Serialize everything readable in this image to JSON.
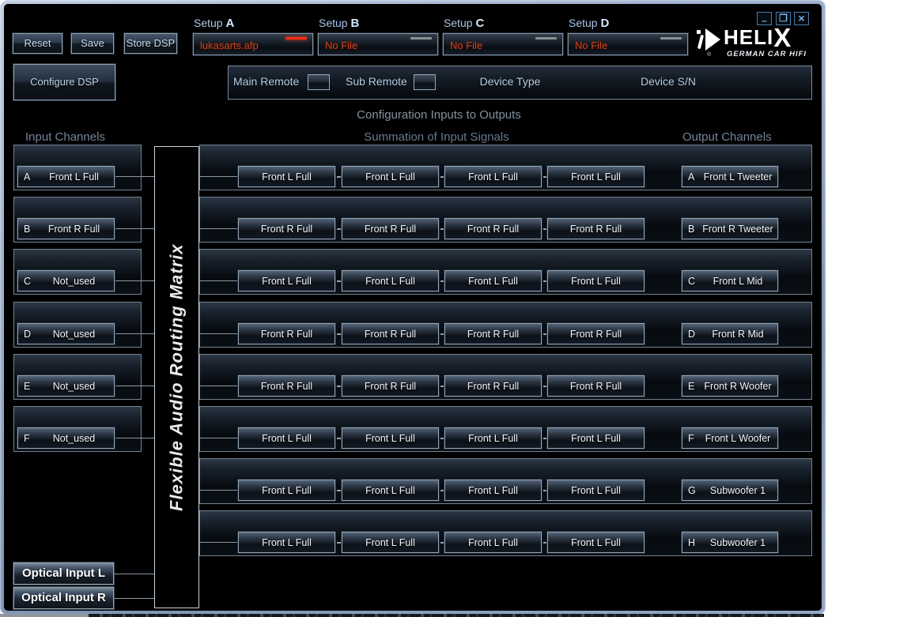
{
  "window": {
    "controls": {
      "minimize": "–",
      "maximize": "❐",
      "close": "×"
    }
  },
  "toolbar": {
    "reset": "Reset",
    "save": "Save",
    "store_dsp": "Store DSP",
    "configure_dsp": "Configure DSP"
  },
  "setups": [
    {
      "label": "Setup",
      "letter": "A",
      "file": "lukasarts.afp",
      "indicator_color": "#ff2f10"
    },
    {
      "label": "Setup",
      "letter": "B",
      "file": "No File",
      "indicator_color": "#8a9096"
    },
    {
      "label": "Setup",
      "letter": "C",
      "file": "No File",
      "indicator_color": "#8a9096"
    },
    {
      "label": "Setup",
      "letter": "D",
      "file": "No File",
      "indicator_color": "#8a9096"
    }
  ],
  "remote_bar": {
    "main_remote": "Main Remote",
    "sub_remote": "Sub Remote",
    "device_type": "Device Type",
    "device_sn": "Device S/N"
  },
  "logo": {
    "brand_prefix": "HELI",
    "brand_x": "X",
    "tagline": "GERMAN CAR HIFI",
    "registered": "®"
  },
  "headings": {
    "title": "Configuration Inputs to Outputs",
    "inputs": "Input Channels",
    "summation": "Summation of Input Signals",
    "outputs": "Output Channels",
    "matrix": "Flexible Audio Routing Matrix"
  },
  "matrix": {
    "rows": [
      {
        "letter": "A",
        "input": "Front L Full",
        "sum": "Front L Full",
        "output": "Front L Tweeter"
      },
      {
        "letter": "B",
        "input": "Front R Full",
        "sum": "Front R Full",
        "output": "Front R Tweeter"
      },
      {
        "letter": "C",
        "input": "Not_used",
        "sum": "Front L Full",
        "output": "Front L Mid"
      },
      {
        "letter": "D",
        "input": "Not_used",
        "sum": "Front R Full",
        "output": "Front R Mid"
      },
      {
        "letter": "E",
        "input": "Not_used",
        "sum": "Front R Full",
        "output": "Front R Woofer"
      },
      {
        "letter": "F",
        "input": "Not_used",
        "sum": "Front L Full",
        "output": "Front L Woofer"
      },
      {
        "letter": "G",
        "input": null,
        "sum": "Front L Full",
        "output": "Subwoofer 1"
      },
      {
        "letter": "H",
        "input": null,
        "sum": "Front L Full",
        "output": "Subwoofer 1"
      }
    ],
    "sum_boxes_per_row": 4
  },
  "optical": {
    "left": "Optical Input L",
    "right": "Optical Input R"
  },
  "colors": {
    "file_text": "#c8431f",
    "accent_steel": "#8ea0b2",
    "frame_blue": "#9db0cc"
  }
}
